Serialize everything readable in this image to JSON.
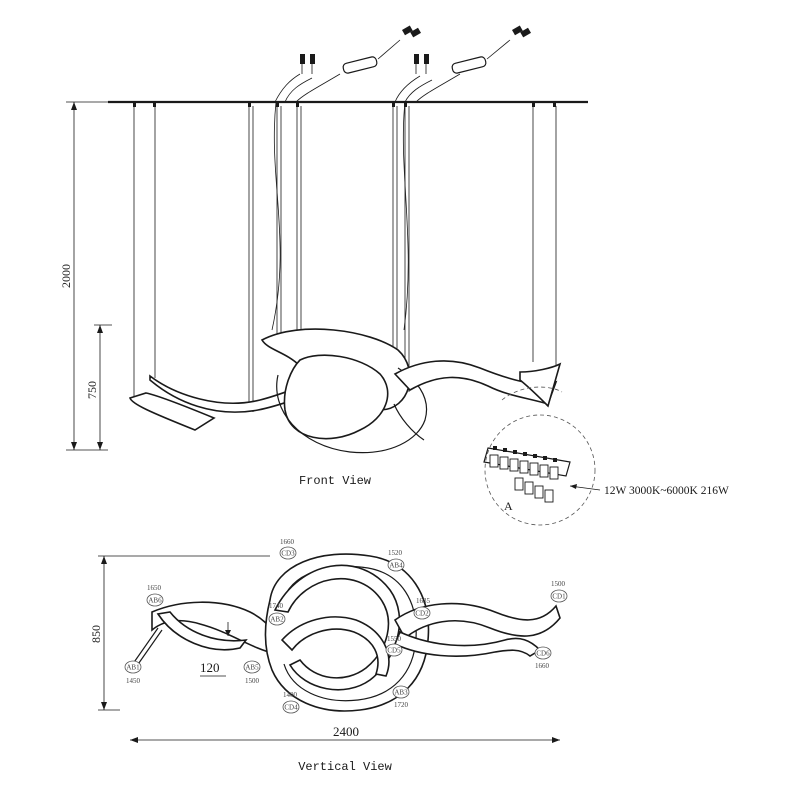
{
  "drawing": {
    "front_view": {
      "title": "Front View",
      "dim_height_total": "2000",
      "dim_height_body": "750"
    },
    "detail": {
      "label": "A",
      "spec": "12W 3000K~6000K  216W"
    },
    "vertical_view": {
      "title": "Vertical View",
      "dim_width": "2400",
      "dim_depth": "850",
      "dim_offset": "120",
      "tags": [
        {
          "code": "AB1",
          "value": "1450"
        },
        {
          "code": "AB6",
          "value": "1650"
        },
        {
          "code": "AB5",
          "value": "1500"
        },
        {
          "code": "AB2",
          "value": "1740"
        },
        {
          "code": "CD3",
          "value": "1660"
        },
        {
          "code": "AB4",
          "value": "1520"
        },
        {
          "code": "CD2",
          "value": "1635"
        },
        {
          "code": "CD5",
          "value": "1550"
        },
        {
          "code": "CD4",
          "value": "1400"
        },
        {
          "code": "AB3",
          "value": "1720"
        },
        {
          "code": "CD1",
          "value": "1500"
        },
        {
          "code": "CD6",
          "value": "1660"
        }
      ]
    }
  }
}
